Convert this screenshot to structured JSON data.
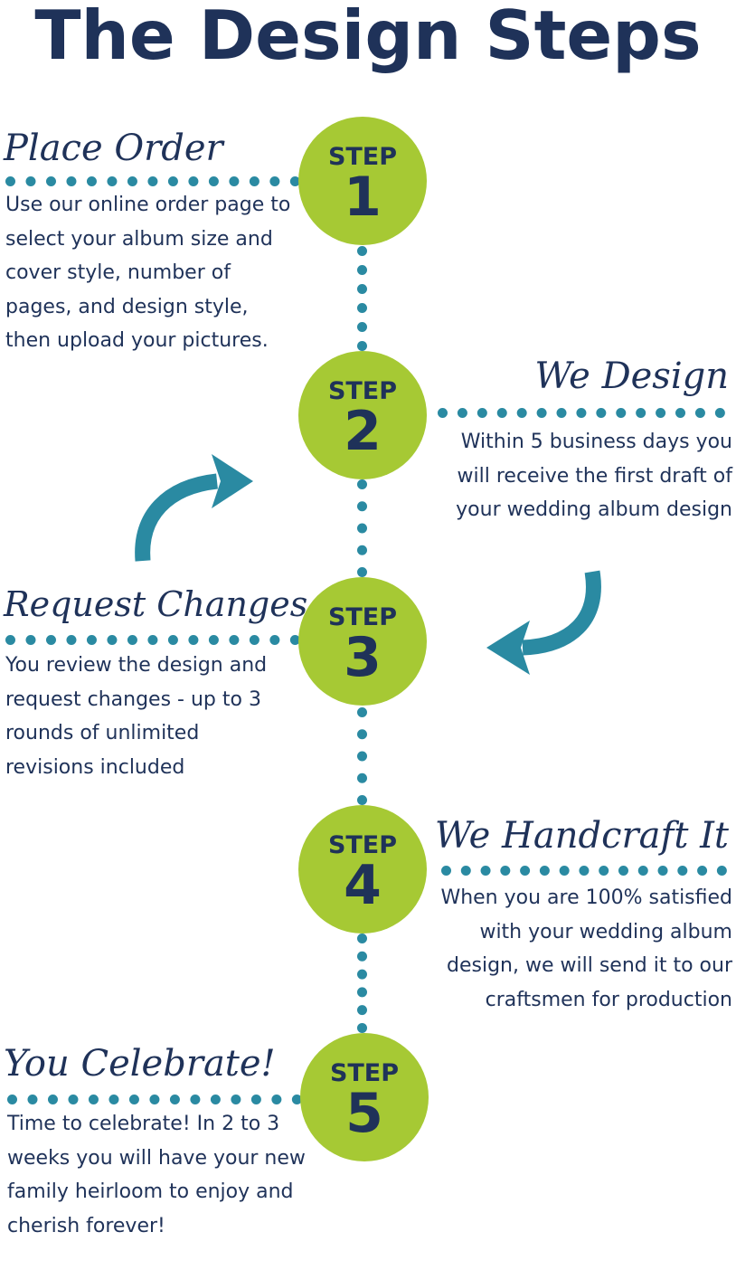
{
  "title": "The Design Steps",
  "colors": {
    "navy": "#1f3259",
    "green": "#a6c934",
    "teal": "#2a8aa2"
  },
  "step_word": "STEP",
  "steps": [
    {
      "number": "1",
      "heading": "Place Order",
      "description": "Use our online order page to select your album size and cover style, number of pages, and design style, then upload your pictures."
    },
    {
      "number": "2",
      "heading": "We Design",
      "description": "Within 5 business days you will receive the first draft of your wedding album design"
    },
    {
      "number": "3",
      "heading": "Request Changes",
      "description": "You review the design and request changes - up to 3 rounds of unlimited revisions included"
    },
    {
      "number": "4",
      "heading": "We Handcraft It",
      "description": "When you are 100% satisfied with your wedding album design, we will send it to our craftsmen for production"
    },
    {
      "number": "5",
      "heading": "You Celebrate!",
      "description": "Time to celebrate! In 2 to 3 weeks you will have your new family heirloom to enjoy and cherish forever!"
    }
  ],
  "icons": {
    "loop_arrow_up": "curved-arrow-up-right-icon",
    "loop_arrow_down": "curved-arrow-down-left-icon"
  }
}
